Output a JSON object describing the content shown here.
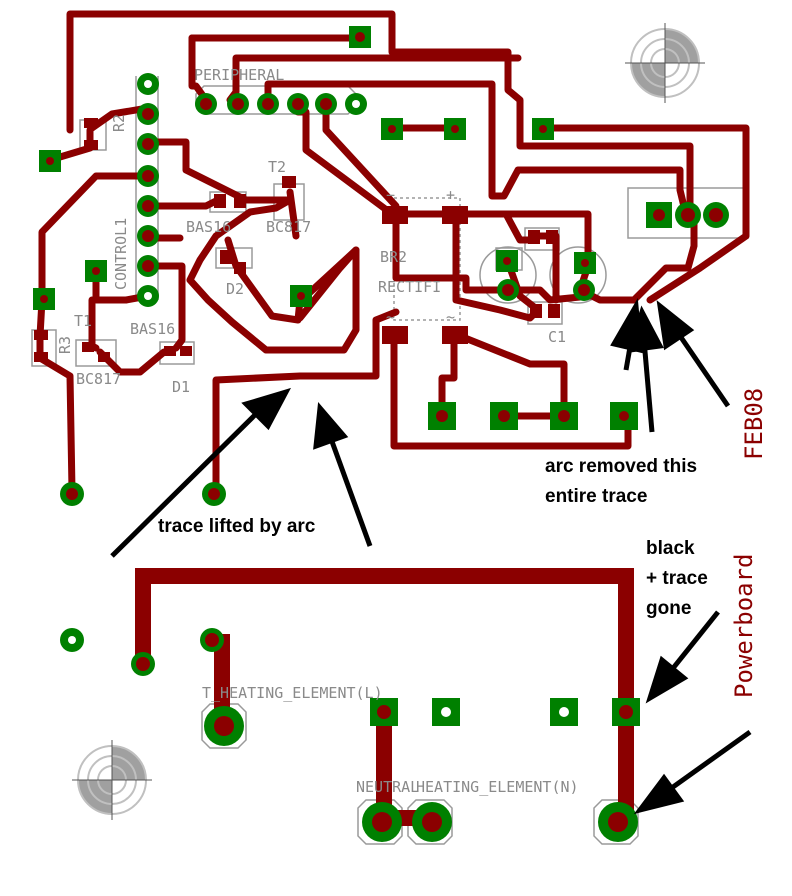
{
  "boards": {
    "top_label": "FEB08",
    "bottom_label": "Powerboard"
  },
  "silkscreen": {
    "peripheral": "PERIPHERAL",
    "control1": "CONTROL1",
    "r2": "R2",
    "r3": "R3",
    "t1": "T1",
    "t2": "T2",
    "bas1": "BAS16",
    "bas2": "BAS16",
    "bc817_1": "BC817",
    "bc817_2": "BC817",
    "d1": "D1",
    "d2": "D2",
    "br2": "BR2",
    "rectifier": "RECTIFI",
    "minus": "−",
    "plus": "+",
    "ac1": "~",
    "ac2": "~",
    "c1": "C1",
    "heating_l": "T_HEATING_ELEMENT(L)",
    "neutral": "NEUTRAL",
    "heating_n": "HEATING_ELEMENT(N)"
  },
  "annotations": {
    "lifted": "trace lifted by arc",
    "removed_line1": "arc removed this",
    "removed_line2": "entire trace",
    "black_line1": "black",
    "black_line2": "+ trace",
    "black_line3": "gone"
  },
  "colors": {
    "copper": "#8b0000",
    "pad": "#008000",
    "silk": "#8a8a8a",
    "background": "#ffffff"
  },
  "icons": [
    "fiducial-icon",
    "arrow-icon"
  ]
}
